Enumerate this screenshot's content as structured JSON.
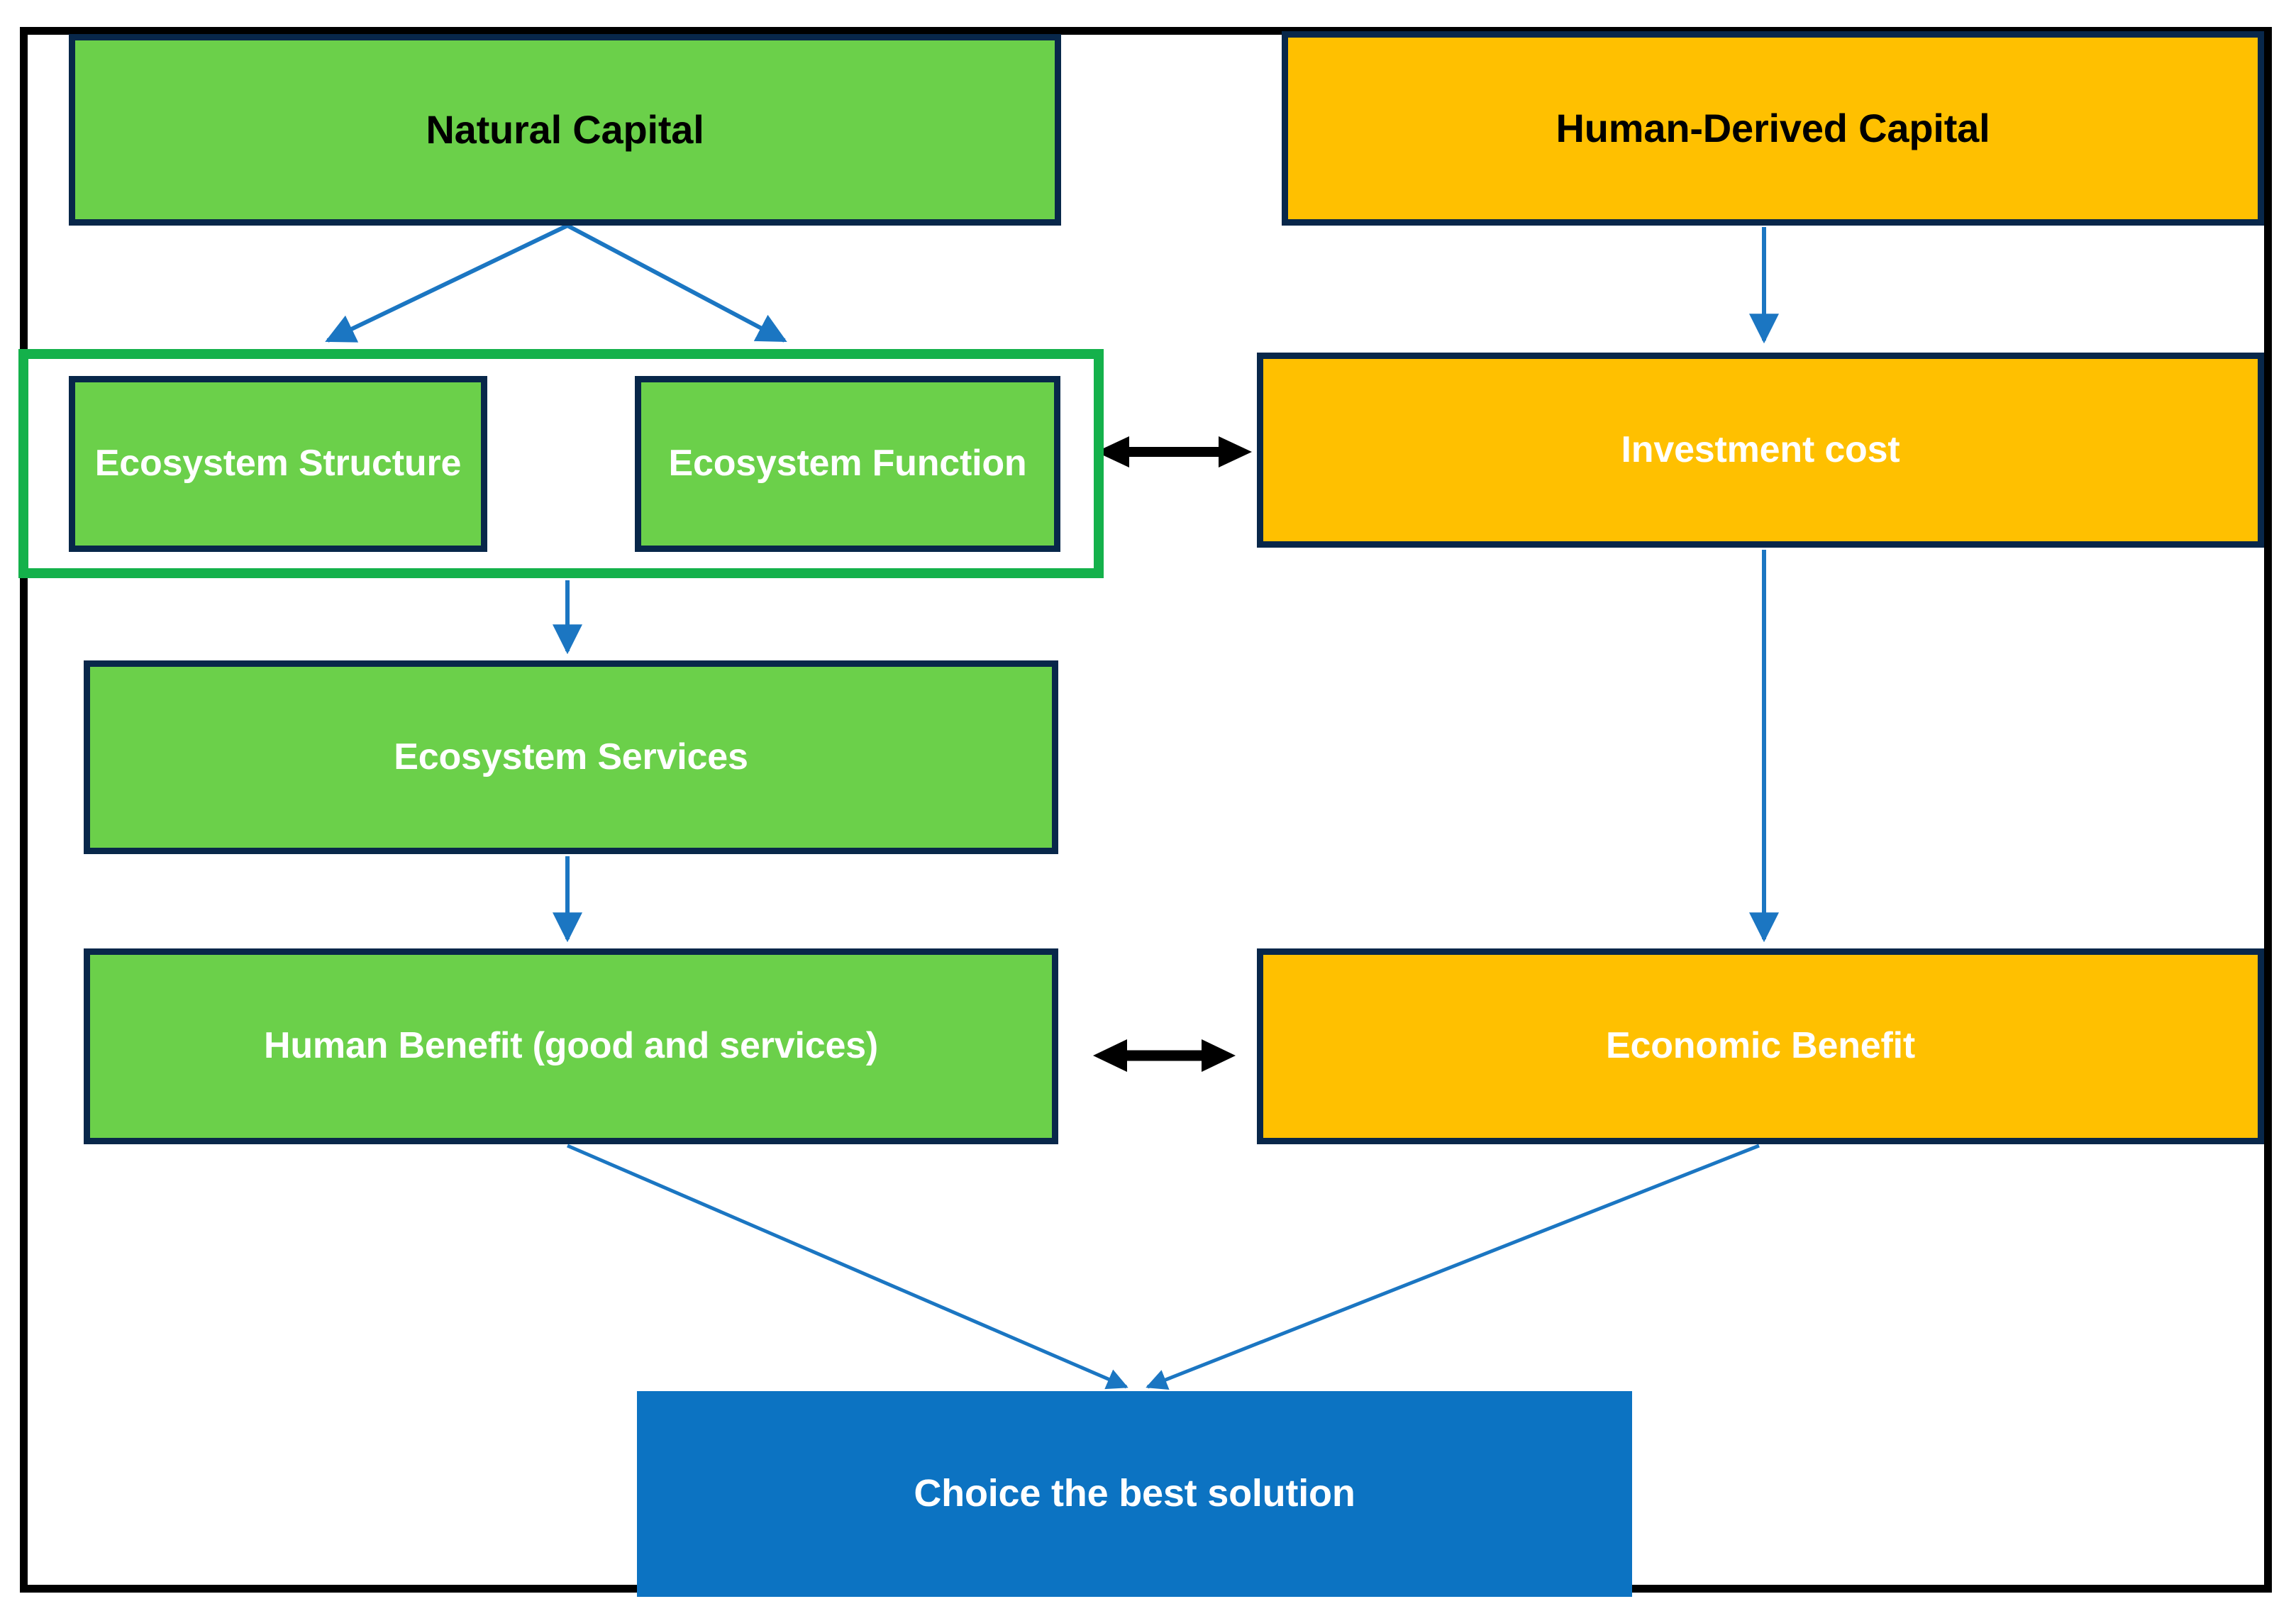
{
  "diagram": {
    "title_present": false,
    "palette": {
      "natural_green": "#6BD04A",
      "human_orange": "#FFC000",
      "decision_blue": "#0C73C2",
      "node_border_navy": "#08274A",
      "group_border_green": "#14B14B",
      "connector_blue": "#1B76C2",
      "bidirectional_arrow_black": "#000000",
      "outer_frame_black": "#000000",
      "text_dark": "#000000",
      "text_light": "#FFFFFF"
    },
    "nodes": {
      "natural_capital": "Natural Capital",
      "human_derived_capital": "Human-Derived Capital",
      "ecosystem_structure": "Ecosystem Structure",
      "ecosystem_function": "Ecosystem Function",
      "investment_cost": "Investment cost",
      "ecosystem_services": "Ecosystem Services",
      "human_benefit": "Human Benefit (good and services)",
      "economic_benefit": "Economic Benefit",
      "choice_best_solution": "Choice the best solution"
    },
    "connectors": [
      {
        "name": "natural-capital-to-ecosystem-structure",
        "type": "arrow",
        "from": "Natural Capital",
        "to": "Ecosystem Structure",
        "style": "blue-thin"
      },
      {
        "name": "natural-capital-to-ecosystem-function",
        "type": "arrow",
        "from": "Natural Capital",
        "to": "Ecosystem Function",
        "style": "blue-thin"
      },
      {
        "name": "human-derived-capital-to-investment-cost",
        "type": "arrow",
        "from": "Human-Derived Capital",
        "to": "Investment cost",
        "style": "blue-thin"
      },
      {
        "name": "ecosystem-group-to-ecosystem-services",
        "type": "arrow",
        "from": "Ecosystem Structure / Function",
        "to": "Ecosystem Services",
        "style": "blue-thin"
      },
      {
        "name": "ecosystem-services-to-human-benefit",
        "type": "arrow",
        "from": "Ecosystem Services",
        "to": "Human Benefit (good and services)",
        "style": "blue-thin"
      },
      {
        "name": "investment-cost-to-economic-benefit",
        "type": "arrow",
        "from": "Investment cost",
        "to": "Economic Benefit",
        "style": "blue-thin"
      },
      {
        "name": "ecosystem-function-to-investment-cost",
        "type": "double-arrow",
        "from": "Ecosystem Function",
        "to": "Investment cost",
        "style": "black-bold"
      },
      {
        "name": "human-benefit-to-economic-benefit",
        "type": "double-arrow",
        "from": "Human Benefit (good and services)",
        "to": "Economic Benefit",
        "style": "black-bold"
      },
      {
        "name": "human-benefit-to-choice",
        "type": "arrow",
        "from": "Human Benefit (good and services)",
        "to": "Choice the best solution",
        "style": "blue-thin"
      },
      {
        "name": "economic-benefit-to-choice",
        "type": "arrow",
        "from": "Economic Benefit",
        "to": "Choice the best solution",
        "style": "blue-thin"
      }
    ]
  }
}
